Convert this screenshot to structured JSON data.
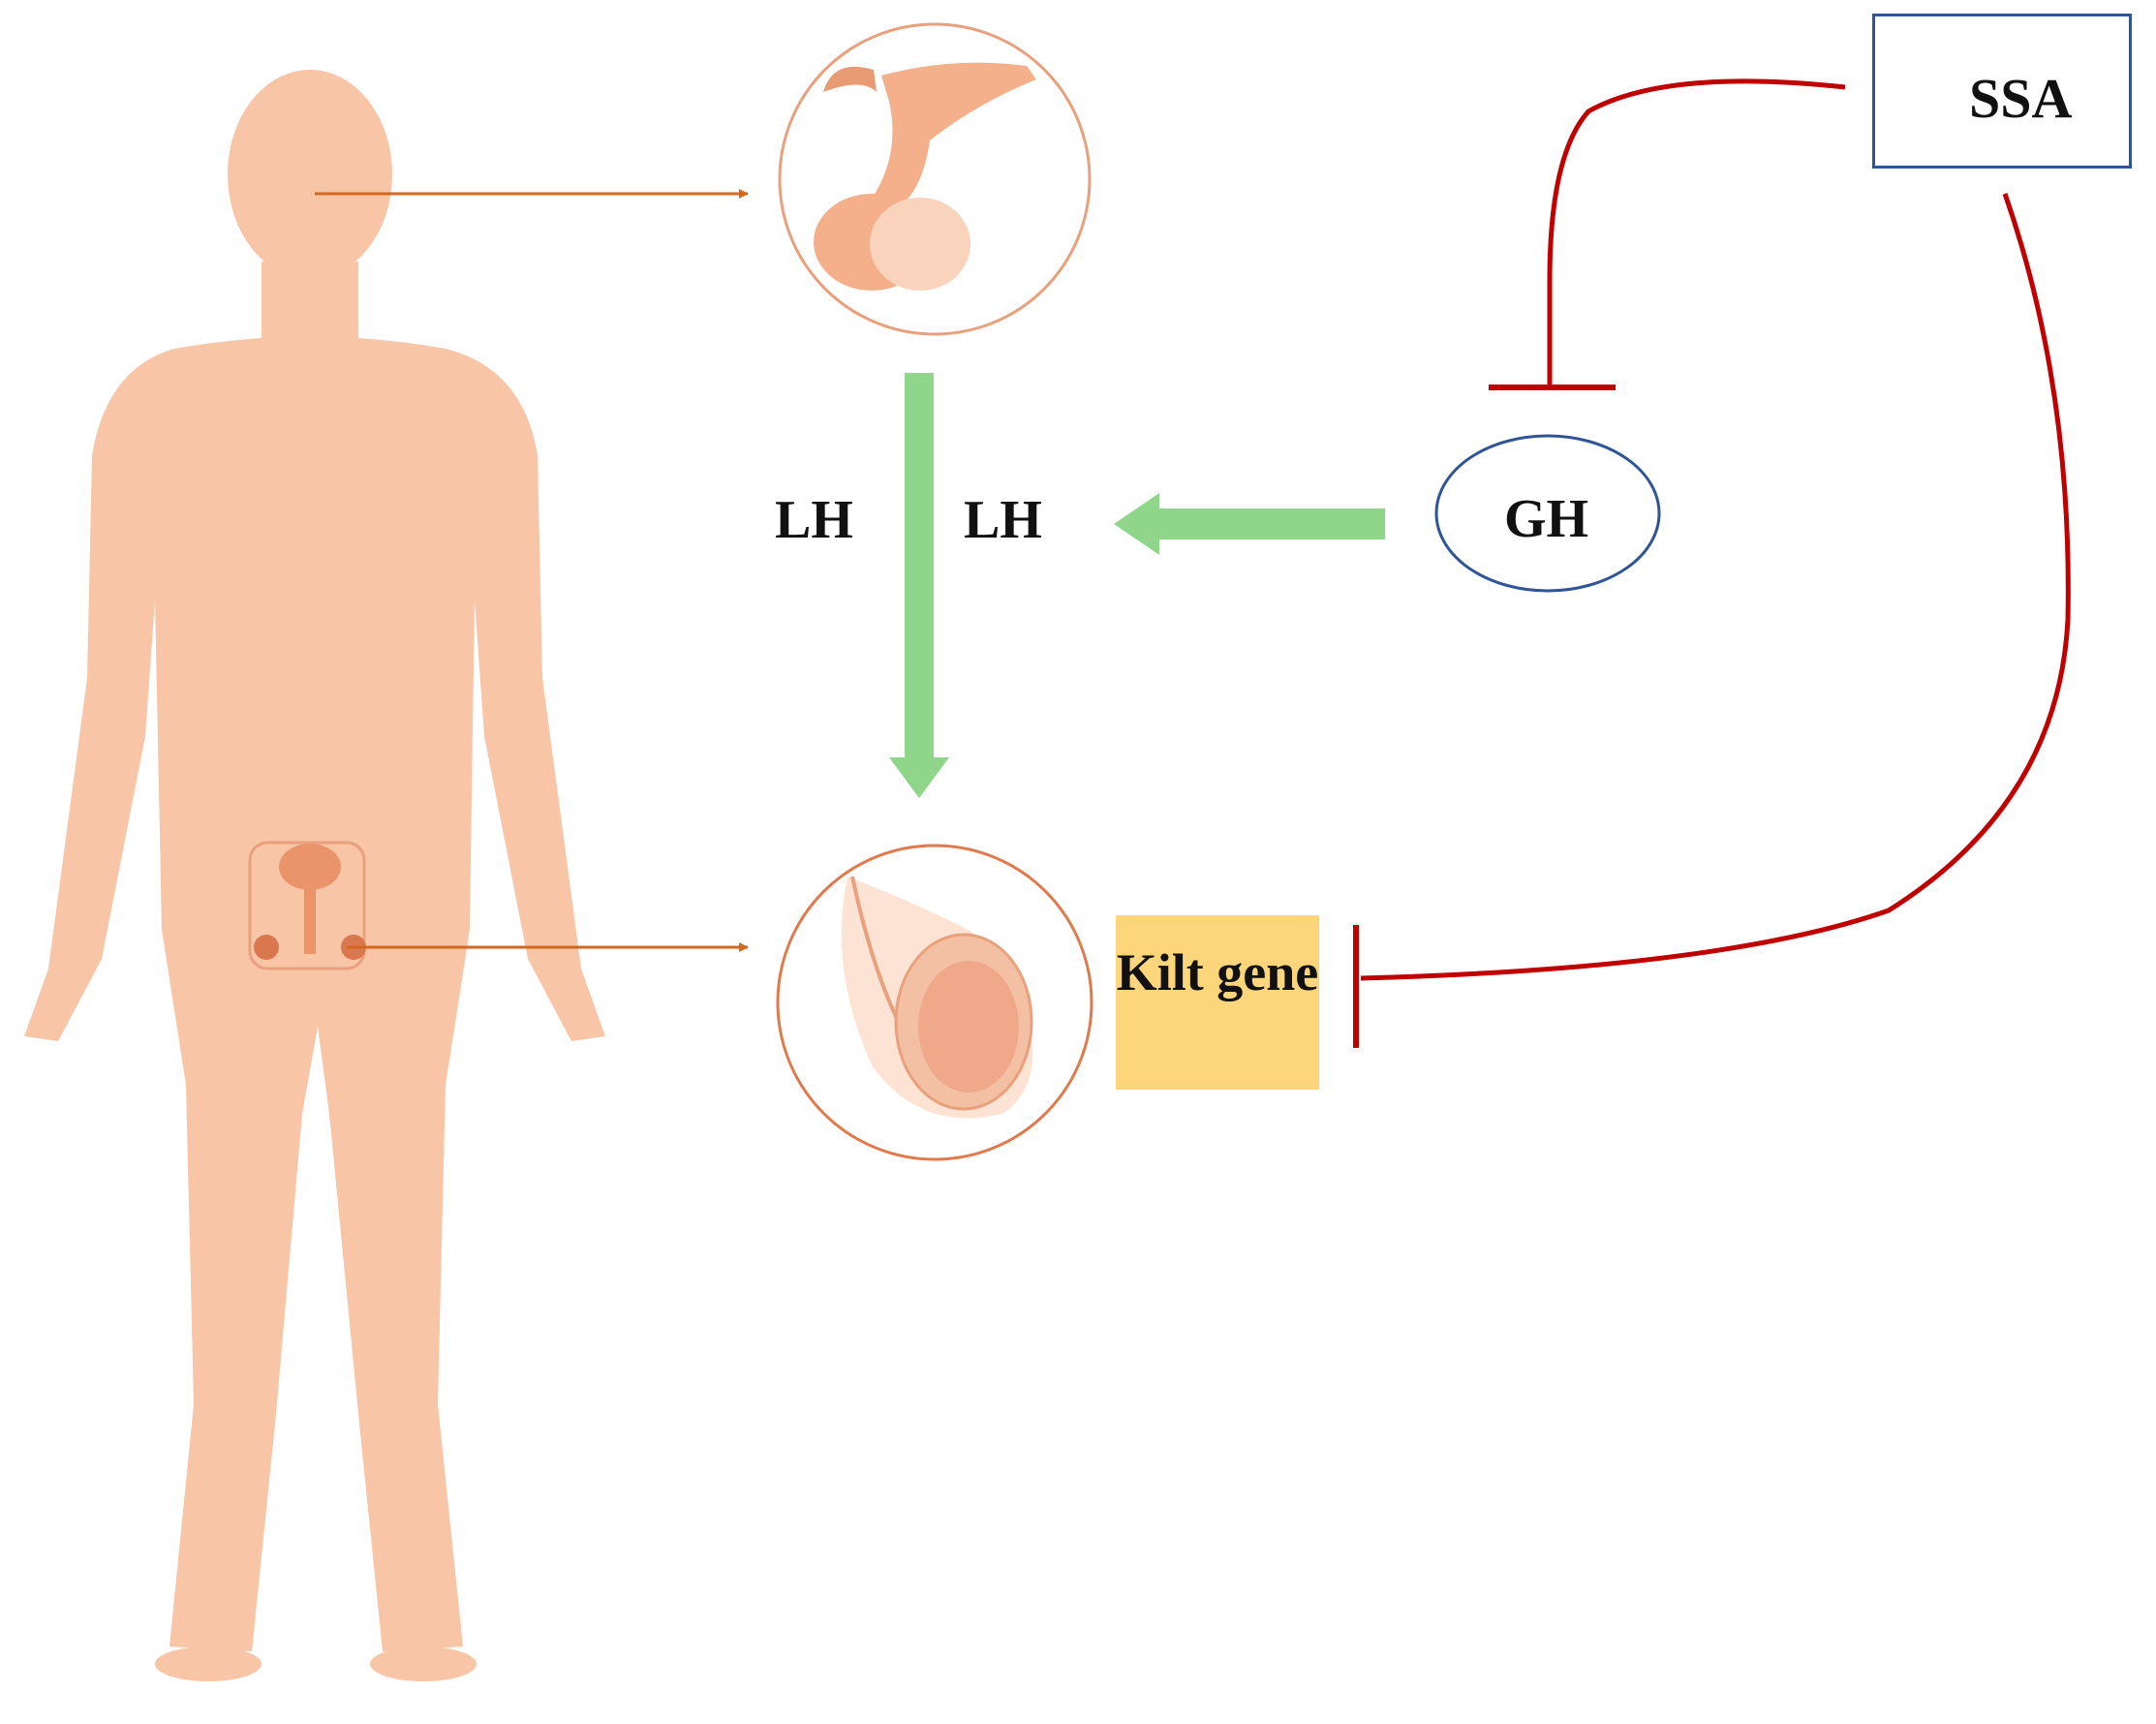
{
  "labels": {
    "lh_left": "LH",
    "lh_right": "LH",
    "gh": "GH",
    "ssa": "SSA",
    "kilt_gene": "Kilt gene"
  },
  "colors": {
    "skin": "#f8c5a6",
    "organ": "#e9946a",
    "organ_dark": "#d9784e",
    "pointer_arrow": "#d2691e",
    "stimulation_arrow": "#8fd68b",
    "inhibition_line": "#c00000",
    "gh_circle": "#2f5597",
    "ssa_box_border": "#2f5597",
    "kilt_box": "#fdd57a",
    "text": "#111111"
  },
  "edges": [
    {
      "from": "body-head",
      "to": "pituitary",
      "type": "pointer"
    },
    {
      "from": "body-pelvis",
      "to": "testis",
      "type": "pointer"
    },
    {
      "from": "pituitary",
      "to": "testis",
      "type": "stimulation",
      "label": "LH"
    },
    {
      "from": "GH",
      "to": "LH",
      "type": "stimulation"
    },
    {
      "from": "SSA",
      "to": "GH",
      "type": "inhibition"
    },
    {
      "from": "SSA",
      "to": "Kilt gene",
      "type": "inhibition"
    }
  ]
}
